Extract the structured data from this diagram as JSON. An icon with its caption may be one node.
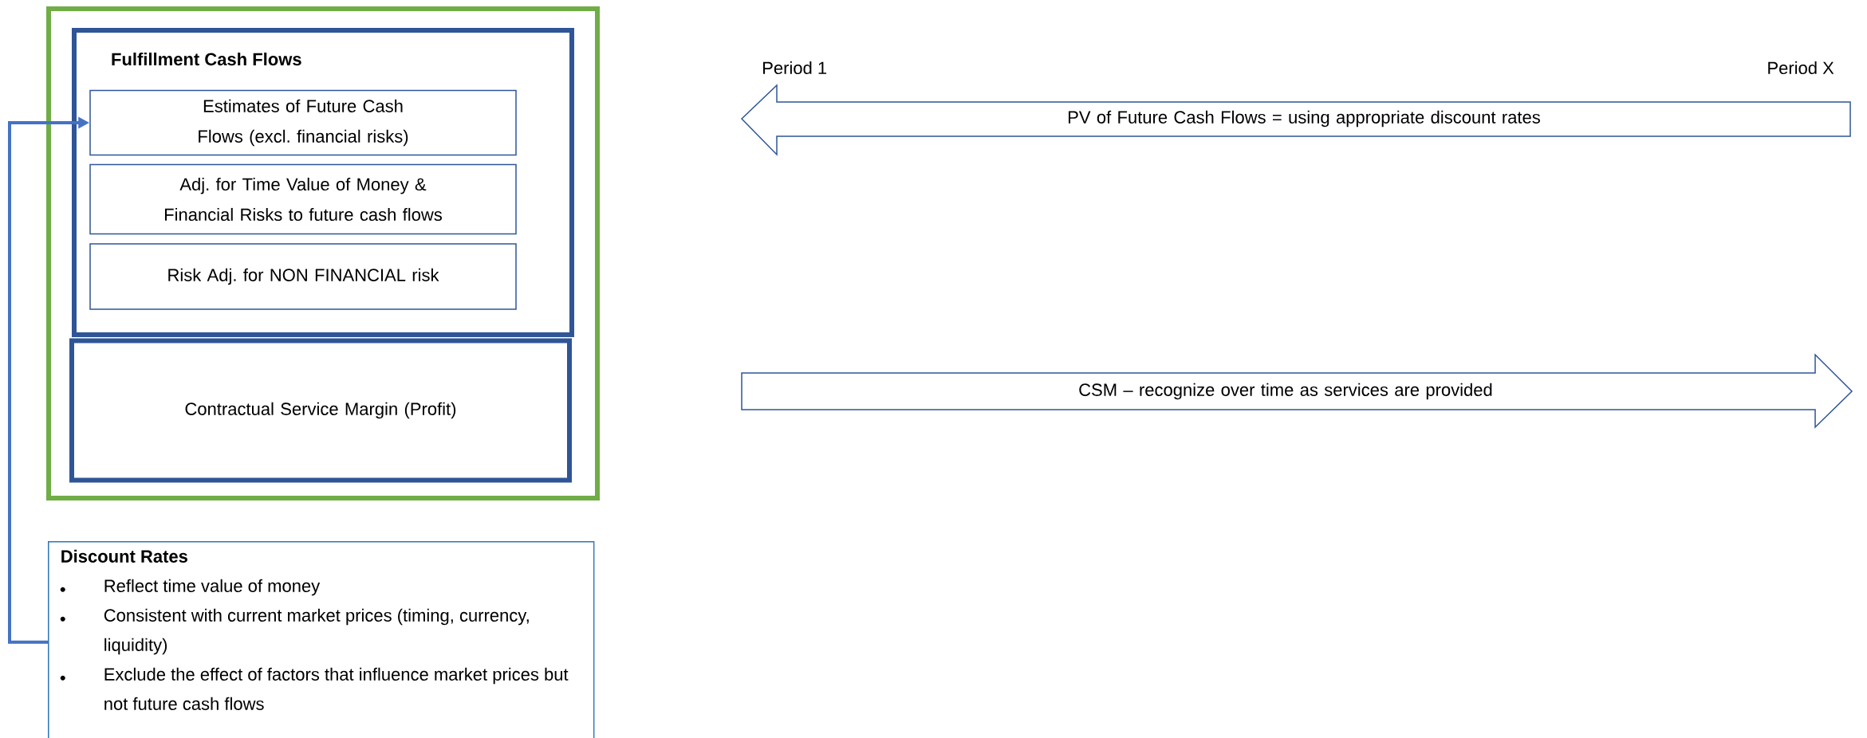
{
  "diagram": {
    "nodes": [
      {
        "text": [],
        "shape": "box"
      },
      {
        "text": [
          "Fulfillment Cash Flows"
        ],
        "in": 0
      },
      {
        "text": [
          "Estimates of Future Cash Flows (excl. financial risks)"
        ],
        "in": 1
      },
      {
        "text": [
          "Adj. for Time Value of Money & Financial Risks to future cash flows"
        ],
        "in": 1
      },
      {
        "text": [
          "Risk Adj. for NON FINANCIAL risk"
        ],
        "in": 1
      },
      {
        "text": [
          "Contractual Service Margin (Profit)"
        ],
        "in": 0
      },
      {
        "text": [
          "Discount Rates",
          "Reflect time value of money",
          "Consistent with current market prices (timing, currency, liquidity)",
          "Exclude the effect of factors that influence market prices but not future cash flows"
        ]
      },
      {
        "text": [
          "PV of Future Cash Flows = using appropriate discount rates"
        ],
        "beside": [
          "Period 1",
          "Period X"
        ]
      },
      {
        "text": [
          "CSM – recognize over time as services are provided"
        ]
      }
    ],
    "edges": [
      {
        "from": 6,
        "to": 2,
        "arrow": "to"
      }
    ]
  }
}
